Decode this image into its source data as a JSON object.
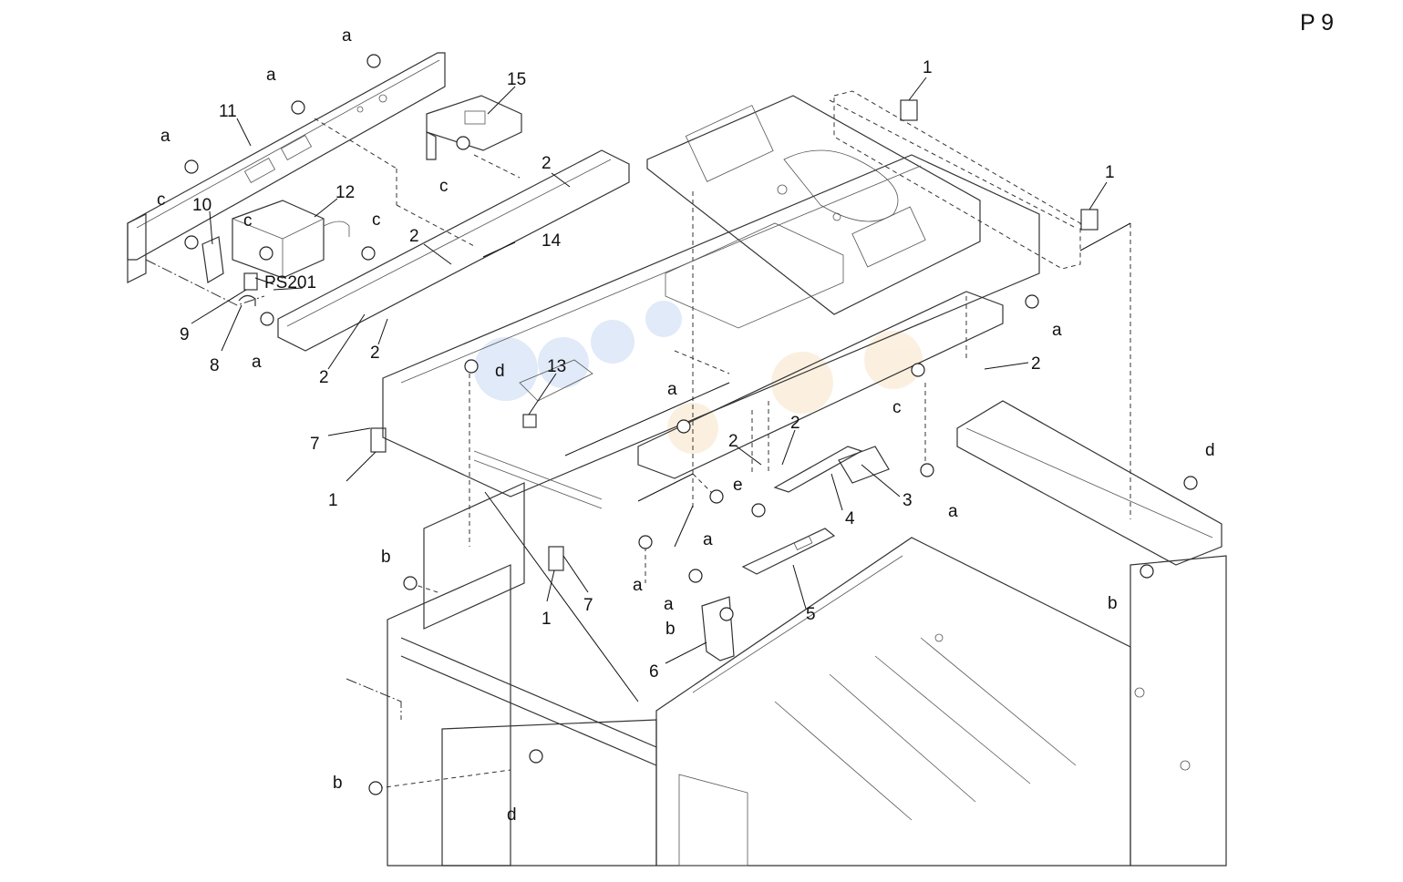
{
  "page_label": "P 9",
  "callouts": [
    {
      "id": "c1",
      "text": "1"
    },
    {
      "id": "c2",
      "text": "1"
    },
    {
      "id": "c3",
      "text": "1"
    },
    {
      "id": "c4",
      "text": "1"
    },
    {
      "id": "c5",
      "text": "2"
    },
    {
      "id": "c6",
      "text": "2"
    },
    {
      "id": "c7",
      "text": "2"
    },
    {
      "id": "c8",
      "text": "2"
    },
    {
      "id": "c9",
      "text": "2"
    },
    {
      "id": "c10",
      "text": "2"
    },
    {
      "id": "c11",
      "text": "2"
    },
    {
      "id": "c12",
      "text": "3"
    },
    {
      "id": "c13",
      "text": "4"
    },
    {
      "id": "c14",
      "text": "5"
    },
    {
      "id": "c15",
      "text": "6"
    },
    {
      "id": "c16",
      "text": "7"
    },
    {
      "id": "c17",
      "text": "7"
    },
    {
      "id": "c18",
      "text": "8"
    },
    {
      "id": "c19",
      "text": "9"
    },
    {
      "id": "c20",
      "text": "10"
    },
    {
      "id": "c21",
      "text": "11"
    },
    {
      "id": "c22",
      "text": "12"
    },
    {
      "id": "c23",
      "text": "13"
    },
    {
      "id": "c24",
      "text": "14"
    },
    {
      "id": "c25",
      "text": "15"
    },
    {
      "id": "c26",
      "text": "PS201"
    },
    {
      "id": "c27",
      "text": "a"
    },
    {
      "id": "c28",
      "text": "a"
    },
    {
      "id": "c29",
      "text": "a"
    },
    {
      "id": "c30",
      "text": "a"
    },
    {
      "id": "c31",
      "text": "a"
    },
    {
      "id": "c32",
      "text": "a"
    },
    {
      "id": "c33",
      "text": "a"
    },
    {
      "id": "c34",
      "text": "a"
    },
    {
      "id": "c35",
      "text": "a"
    },
    {
      "id": "c36",
      "text": "a"
    },
    {
      "id": "c37",
      "text": "b"
    },
    {
      "id": "c38",
      "text": "b"
    },
    {
      "id": "c39",
      "text": "b"
    },
    {
      "id": "c40",
      "text": "b"
    },
    {
      "id": "c41",
      "text": "c"
    },
    {
      "id": "c42",
      "text": "c"
    },
    {
      "id": "c43",
      "text": "c"
    },
    {
      "id": "c44",
      "text": "c"
    },
    {
      "id": "c45",
      "text": "c"
    },
    {
      "id": "c46",
      "text": "d"
    },
    {
      "id": "c47",
      "text": "d"
    },
    {
      "id": "c48",
      "text": "d"
    },
    {
      "id": "c49",
      "text": "e"
    }
  ]
}
